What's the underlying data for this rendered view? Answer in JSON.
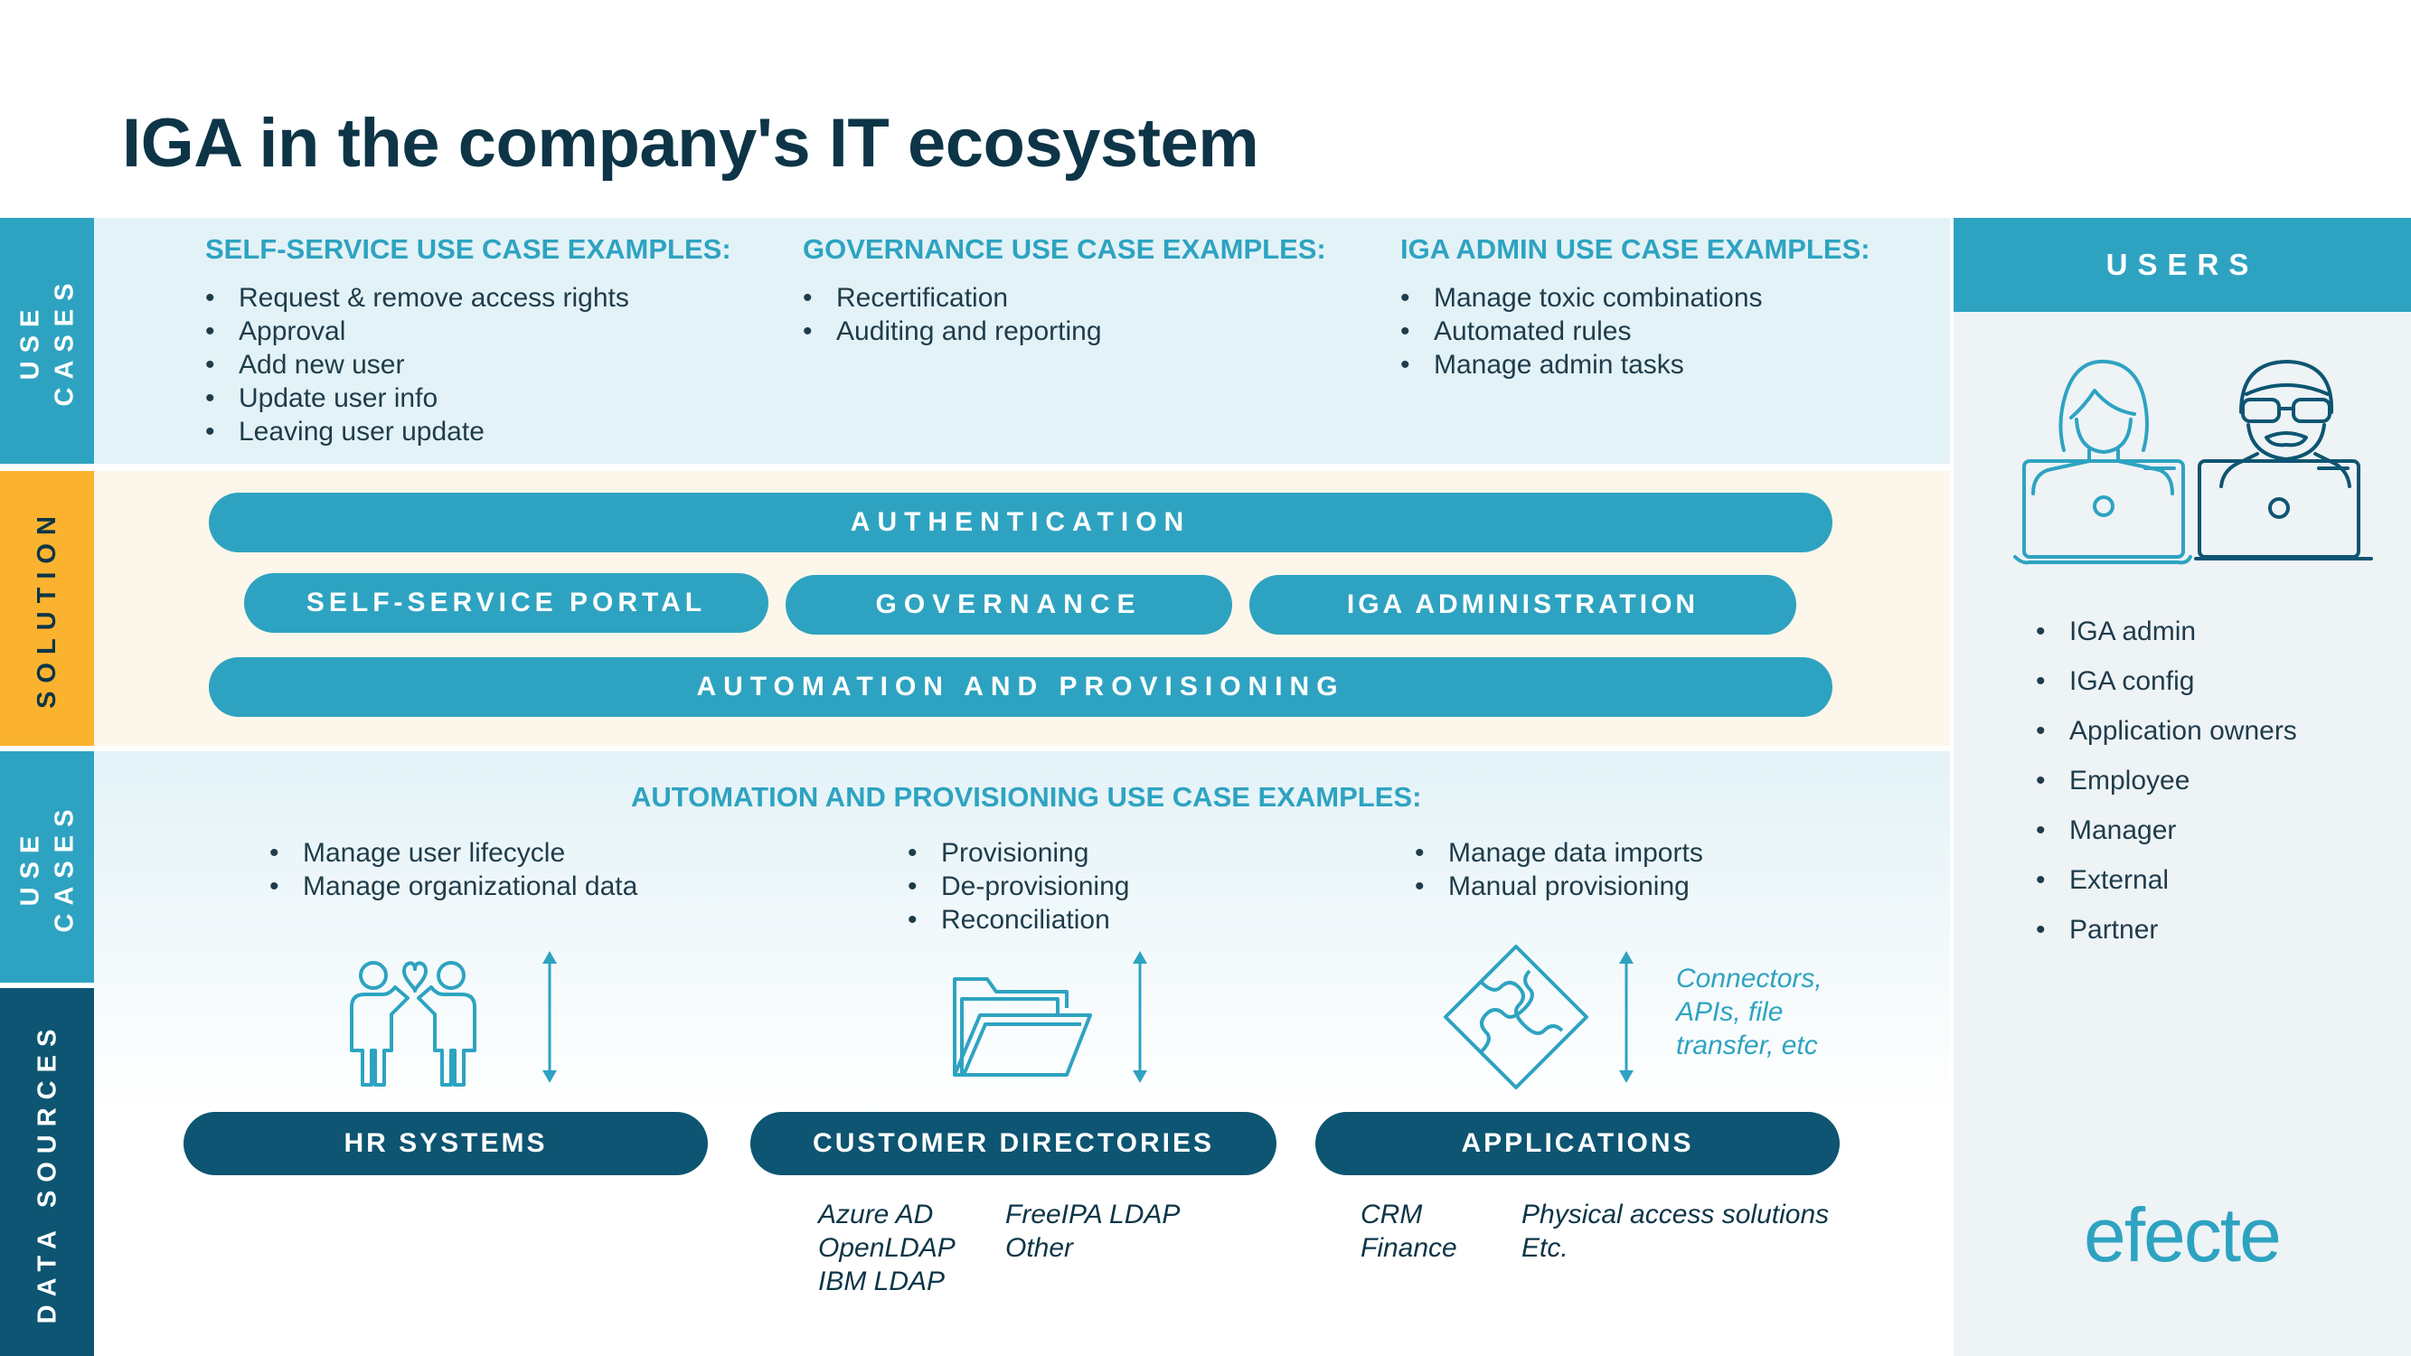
{
  "title": "IGA in the company's IT ecosystem",
  "left_bars": [
    "USE CASES",
    "SOLUTION",
    "USE CASES",
    "DATA SOURCES"
  ],
  "use_cases_top": [
    {
      "heading": "SELF-SERVICE USE CASE EXAMPLES:",
      "items": [
        "Request & remove access rights",
        "Approval",
        "Add new user",
        "Update user info",
        "Leaving user update"
      ]
    },
    {
      "heading": "GOVERNANCE USE CASE EXAMPLES:",
      "items": [
        "Recertification",
        "Auditing and reporting"
      ]
    },
    {
      "heading": "IGA ADMIN USE CASE EXAMPLES:",
      "items": [
        "Manage toxic combinations",
        "Automated rules",
        "Manage admin tasks"
      ]
    }
  ],
  "solution": {
    "authentication": "AUTHENTICATION",
    "self_service_portal": "SELF-SERVICE PORTAL",
    "governance": "GOVERNANCE",
    "iga_administration": "IGA ADMINISTRATION",
    "automation": "AUTOMATION AND PROVISIONING"
  },
  "automation_use_cases": {
    "heading": "AUTOMATION AND PROVISIONING USE CASE EXAMPLES:",
    "groups": [
      [
        "Manage user lifecycle",
        "Manage organizational data"
      ],
      [
        "Provisioning",
        "De-provisioning",
        "Reconciliation"
      ],
      [
        "Manage data imports",
        "Manual provisioning"
      ]
    ],
    "connectors_note": [
      "Connectors,",
      "APIs, file",
      "transfer, etc"
    ]
  },
  "data_sources": {
    "hr_systems": "HR SYSTEMS",
    "customer_directories": "CUSTOMER DIRECTORIES",
    "applications": "APPLICATIONS",
    "directories_col1": [
      "Azure AD",
      "OpenLDAP",
      "IBM LDAP"
    ],
    "directories_col2": [
      "FreeIPA LDAP",
      "Other"
    ],
    "applications_col1": [
      "CRM",
      "Finance"
    ],
    "applications_col2": [
      "Physical access solutions",
      "Etc."
    ]
  },
  "users": {
    "heading": "USERS",
    "items": [
      "IGA admin",
      "IGA config",
      "Application owners",
      "Employee",
      "Manager",
      "External",
      "Partner"
    ]
  },
  "logo": "efecte",
  "colors": {
    "teal": "#2ea3c1",
    "dark_teal": "#0d5572",
    "orange": "#fbb32f",
    "title": "#0d3547"
  },
  "icons": [
    "people-heart-icon",
    "folder-icon",
    "puzzle-icon",
    "woman-laptop-icon",
    "man-laptop-icon",
    "double-arrow-icon"
  ]
}
